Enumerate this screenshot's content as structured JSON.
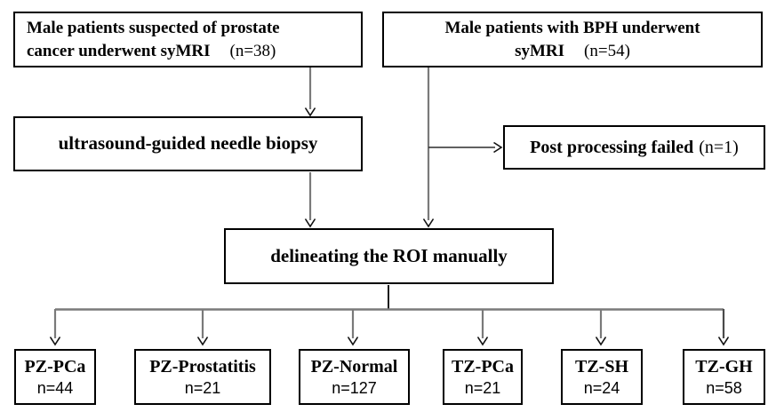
{
  "figure": {
    "type": "flowchart",
    "description": "Patient inclusion flow diagram for syMRI prostate study"
  },
  "colors": {
    "line_gray": "#7a7a7a",
    "line_dark": "#2b2b2b",
    "arrowhead": "#111111",
    "box_border": "#000000",
    "background": "#ffffff",
    "text": "#000000"
  },
  "boxes": {
    "suspected": {
      "line1": "Male patients suspected of prostate",
      "line2": "cancer underwent syMRI",
      "count": "(n=38)"
    },
    "bph": {
      "line1": "Male patients with BPH underwent",
      "line2": "syMRI",
      "count": "(n=54)"
    },
    "biopsy": {
      "label": "ultrasound-guided needle biopsy"
    },
    "postfail": {
      "label": "Post processing failed",
      "count": "(n=1)"
    },
    "roi": {
      "label": "delineating the ROI manually"
    },
    "outcomes": [
      {
        "label": "PZ-PCa",
        "count": "n=44"
      },
      {
        "label": "PZ-Prostatitis",
        "count": "n=21"
      },
      {
        "label": "PZ-Normal",
        "count": "n=127"
      },
      {
        "label": "TZ-PCa",
        "count": "n=21"
      },
      {
        "label": "TZ-SH",
        "count": "n=24"
      },
      {
        "label": "TZ-GH",
        "count": "n=58"
      }
    ]
  }
}
